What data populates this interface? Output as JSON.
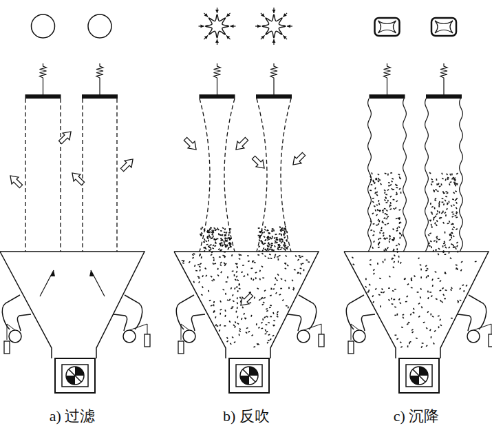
{
  "diagram": {
    "labels": [
      "a) 过滤",
      "b) 反吹",
      "c) 沉降"
    ]
  }
}
